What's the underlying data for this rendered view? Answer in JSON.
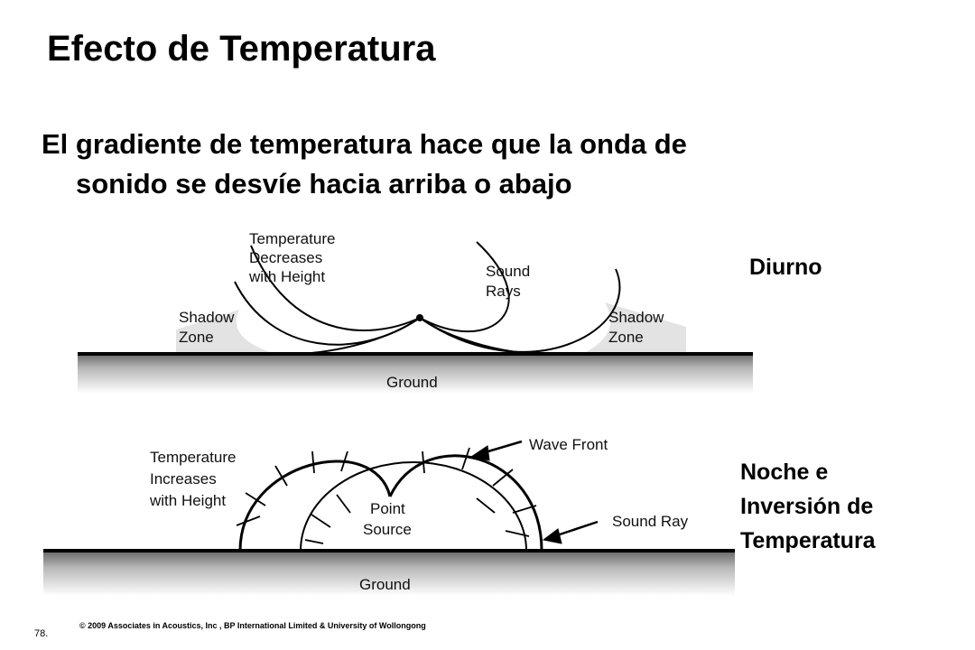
{
  "slide": {
    "title": "Efecto de Temperatura",
    "subtitle_line1": "El gradiente de temperatura hace que la onda de",
    "subtitle_line2": "sonido se desvíe hacia arriba o abajo",
    "page_number": "78.",
    "copyright": "© 2009 Associates in Acoustics, Inc , BP International Limited & University of  Wollongong"
  },
  "labels": {
    "day": "Diurno",
    "night": [
      "Noche e",
      "Inversión de",
      "Temperatura"
    ]
  },
  "day_diagram": {
    "temp_label": [
      "Temperature",
      "Decreases",
      "with Height"
    ],
    "sound_rays": [
      "Sound",
      "Rays"
    ],
    "shadow_left": [
      "Shadow",
      "Zone"
    ],
    "shadow_right": [
      "Shadow",
      "Zone"
    ],
    "ground": "Ground"
  },
  "night_diagram": {
    "temp_label": [
      "Temperature",
      "Increases",
      "with Height"
    ],
    "wave_front": "Wave Front",
    "point_source": [
      "Point",
      "Source"
    ],
    "sound_ray": "Sound Ray",
    "ground": "Ground"
  }
}
